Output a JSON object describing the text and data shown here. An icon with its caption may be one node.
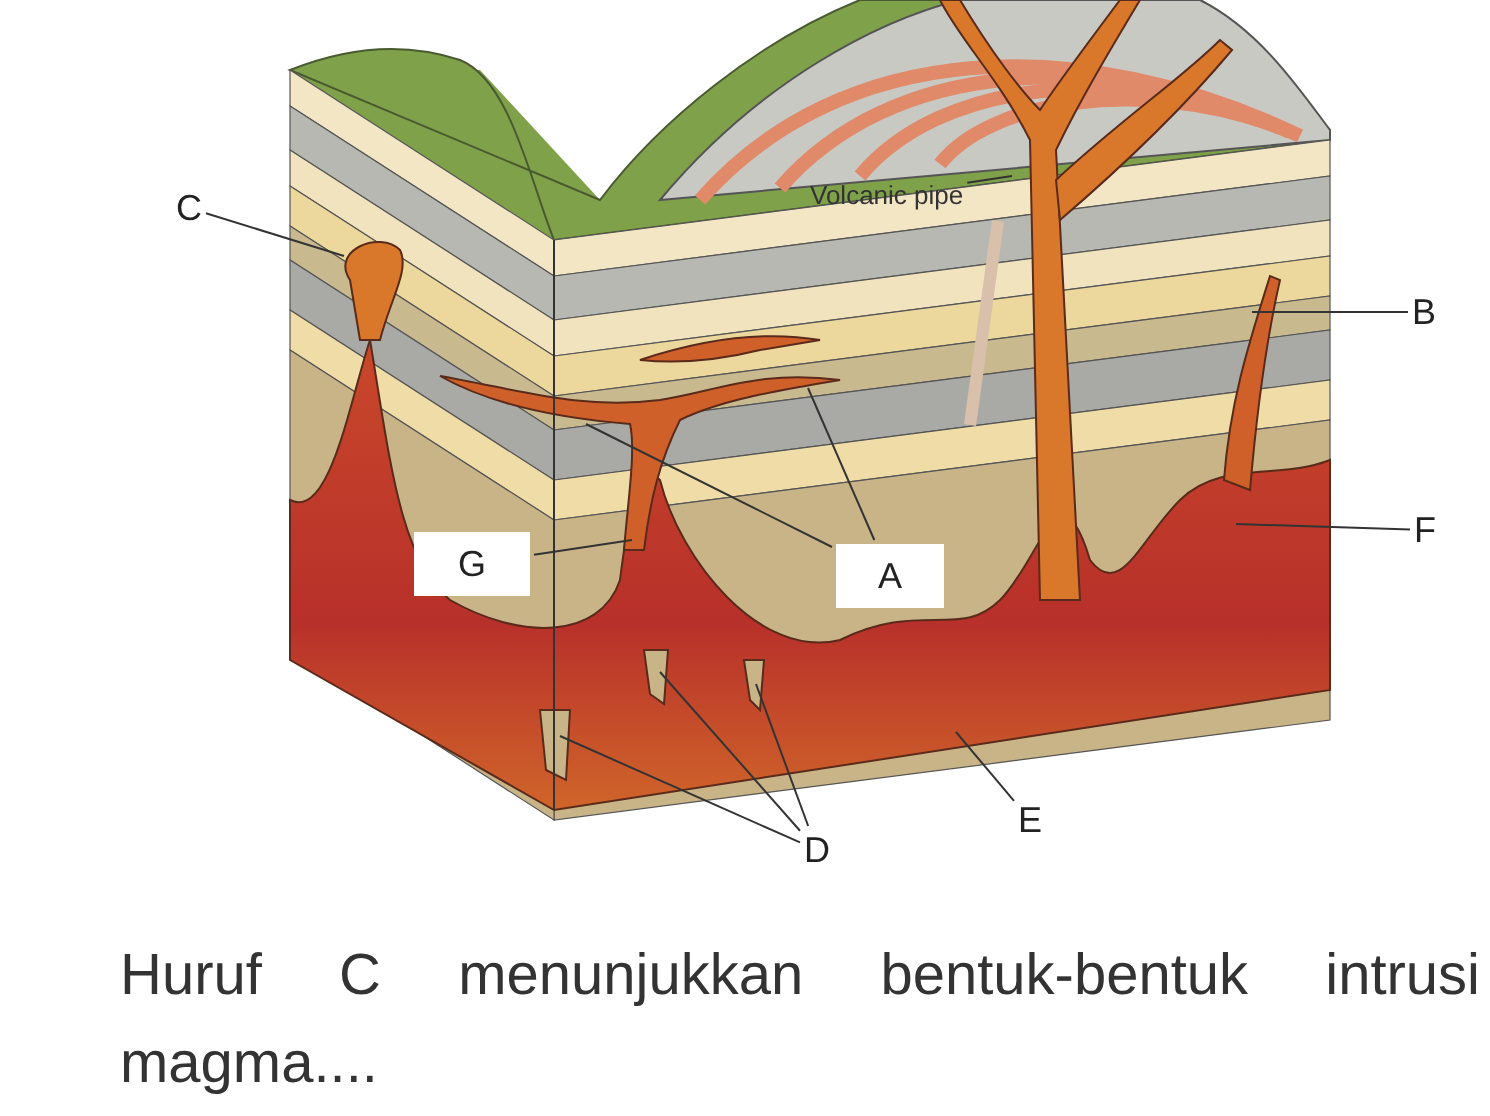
{
  "diagram": {
    "caption": "Huruf C menunjukkan bentuk-bentuk intrusi magma....",
    "nodes": [
      {
        "text": [
          "Volcanic pipe"
        ]
      },
      {
        "text": [
          "C"
        ]
      },
      {
        "text": [
          "B"
        ]
      },
      {
        "text": [
          "F"
        ]
      },
      {
        "text": [
          "G"
        ]
      },
      {
        "text": [
          "A"
        ]
      },
      {
        "text": [
          "E"
        ]
      },
      {
        "text": [
          "D"
        ]
      }
    ],
    "edges": [
      {
        "from": 0,
        "to": null,
        "arrow": "none"
      },
      {
        "from": 1,
        "to": null,
        "arrow": "none"
      },
      {
        "from": 2,
        "to": null,
        "arrow": "none"
      },
      {
        "from": 3,
        "to": null,
        "arrow": "none"
      },
      {
        "from": 4,
        "to": null,
        "arrow": "none"
      },
      {
        "from": 5,
        "to": null,
        "arrow": "none"
      },
      {
        "from": 5,
        "to": null,
        "arrow": "none"
      },
      {
        "from": 6,
        "to": null,
        "arrow": "none"
      },
      {
        "from": 7,
        "to": null,
        "arrow": "none"
      },
      {
        "from": 7,
        "to": null,
        "arrow": "none"
      },
      {
        "from": 7,
        "to": null,
        "arrow": "none"
      }
    ]
  }
}
